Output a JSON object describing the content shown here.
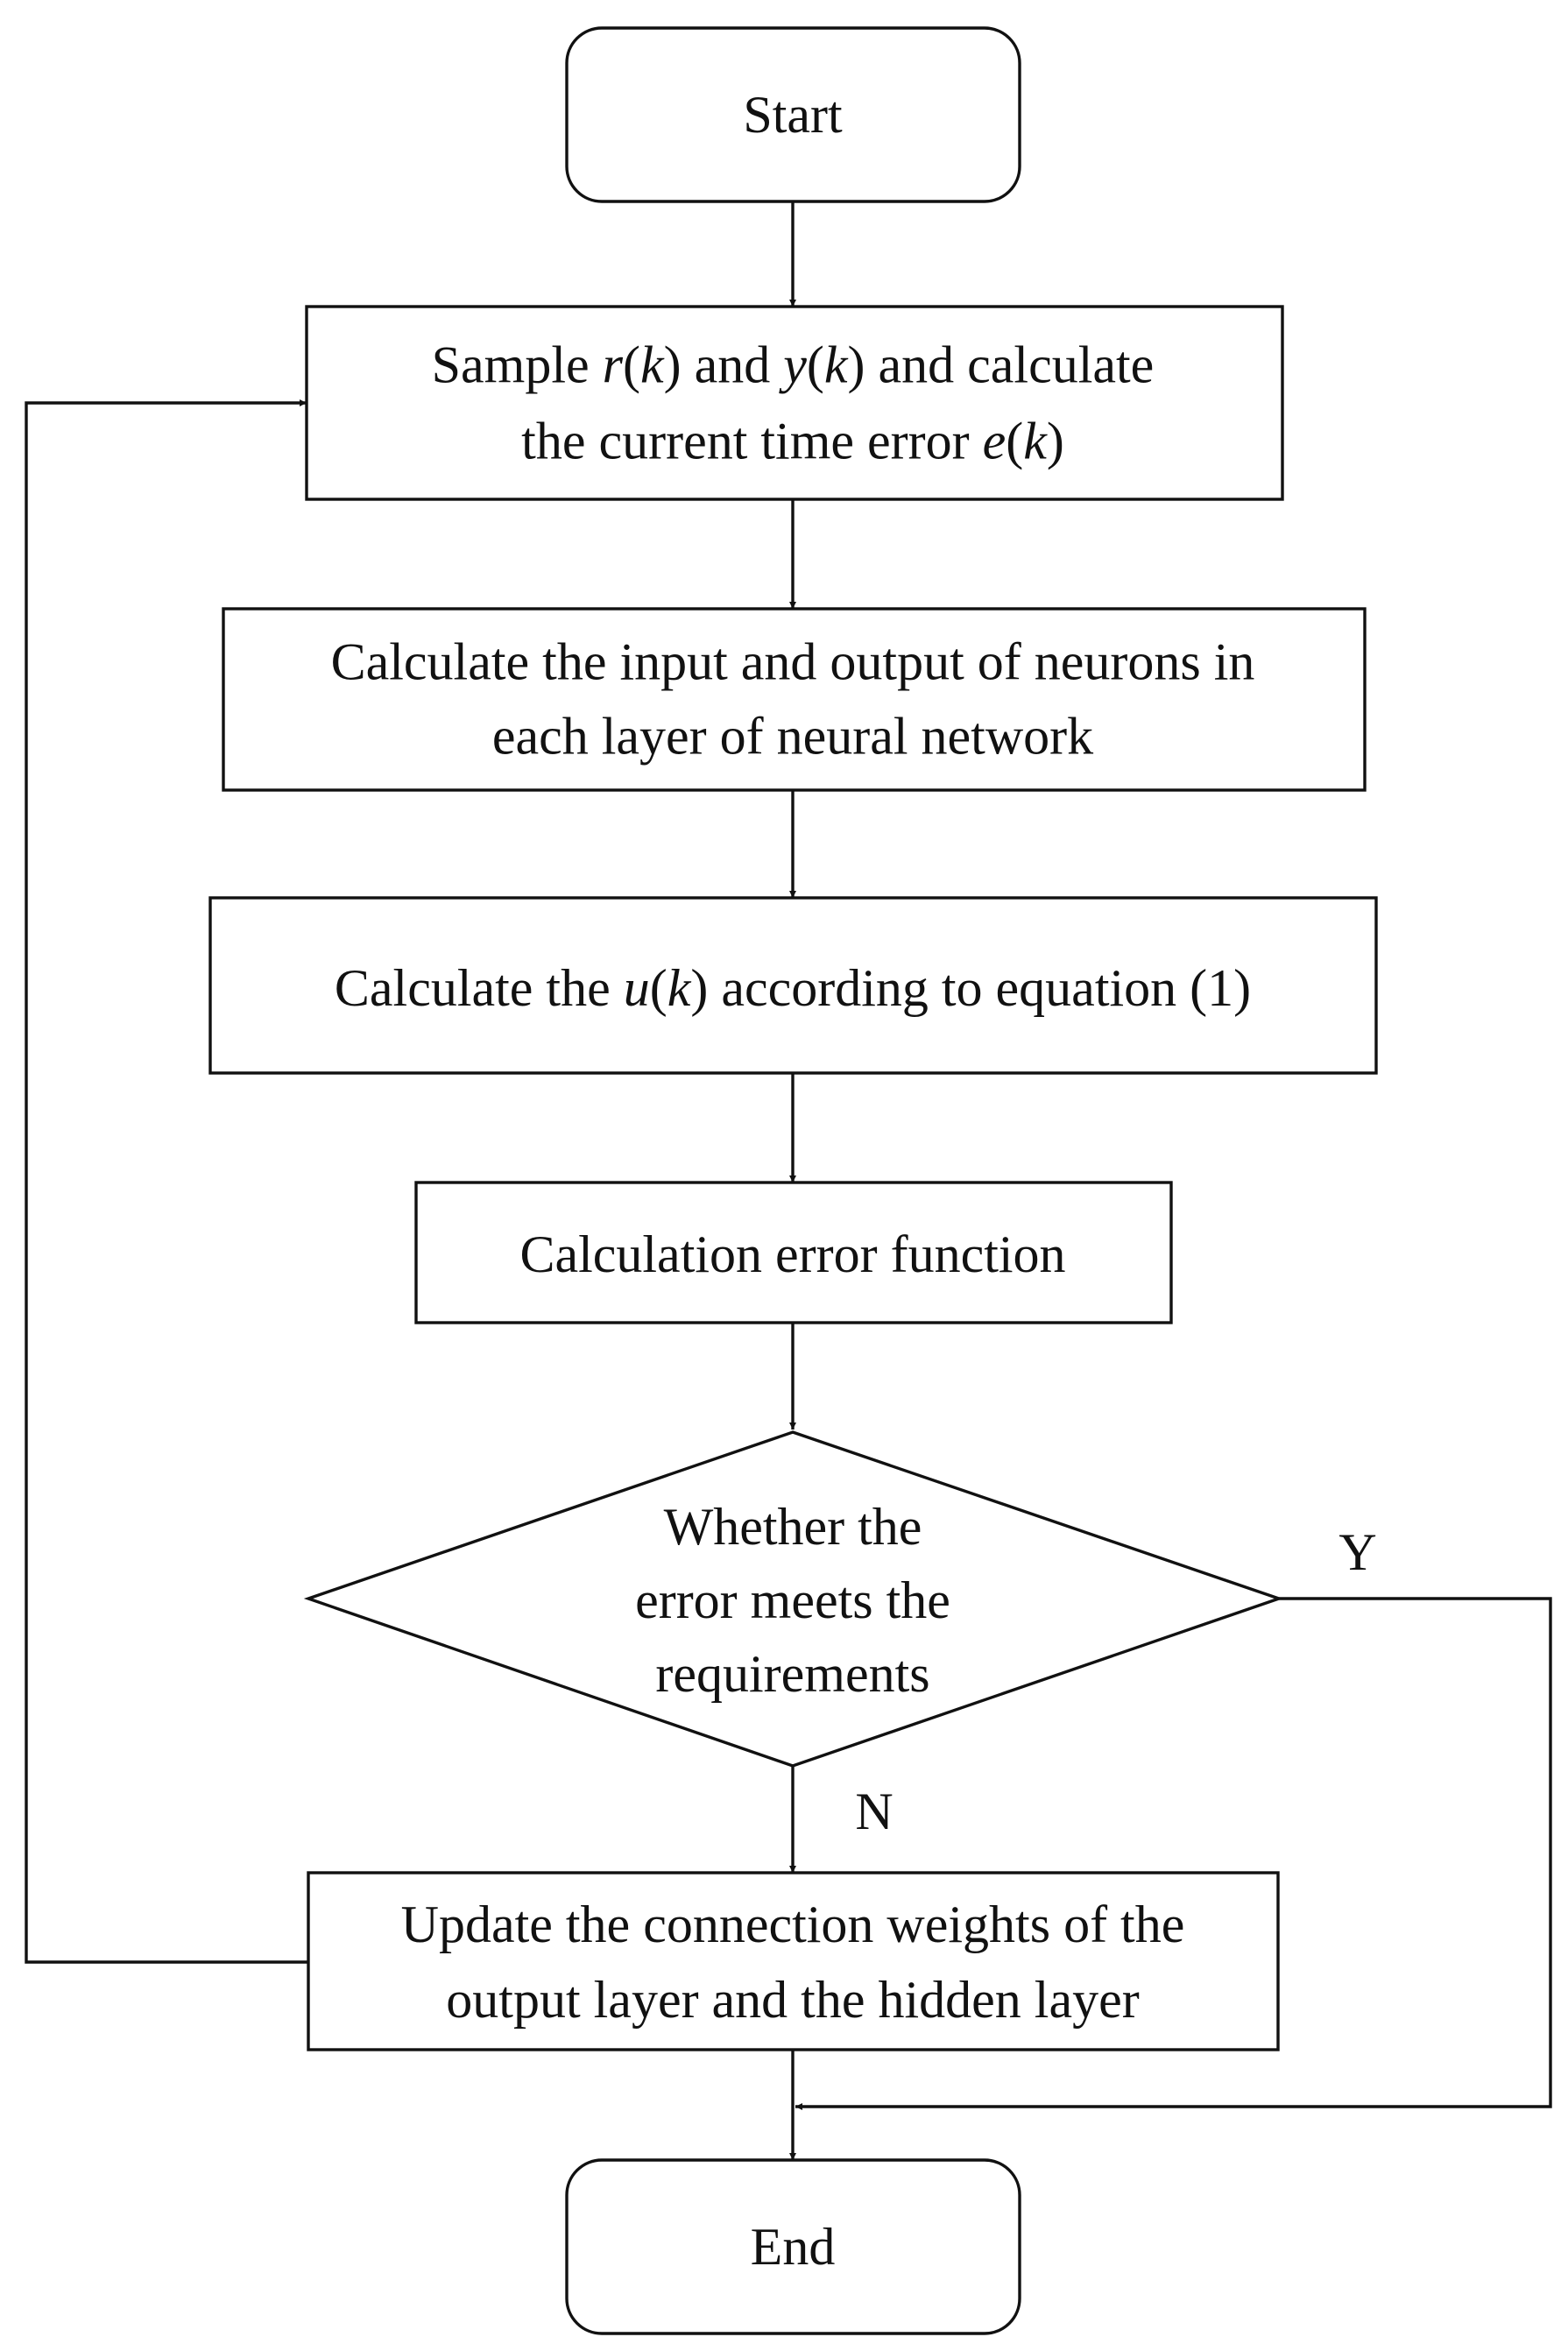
{
  "diagram": {
    "nodes": [
      {
        "id": "start",
        "shape": "terminal",
        "lines": [
          [
            {
              "t": "Start"
            }
          ]
        ]
      },
      {
        "id": "sample",
        "shape": "process",
        "lines": [
          [
            {
              "t": "Sample "
            },
            {
              "t": "r",
              "m": true
            },
            {
              "t": "("
            },
            {
              "t": "k",
              "m": true
            },
            {
              "t": ") and "
            },
            {
              "t": "y",
              "m": true
            },
            {
              "t": "("
            },
            {
              "t": "k",
              "m": true
            },
            {
              "t": ") and calculate"
            }
          ],
          [
            {
              "t": "the current time error "
            },
            {
              "t": "e",
              "m": true
            },
            {
              "t": "("
            },
            {
              "t": "k",
              "m": true
            },
            {
              "t": ")"
            }
          ]
        ]
      },
      {
        "id": "calc-neurons",
        "shape": "process",
        "lines": [
          [
            {
              "t": "Calculate the input and output of neurons in"
            }
          ],
          [
            {
              "t": "each layer of neural network"
            }
          ]
        ]
      },
      {
        "id": "calc-u",
        "shape": "process",
        "lines": [
          [
            {
              "t": "Calculate the "
            },
            {
              "t": "u",
              "m": true
            },
            {
              "t": "("
            },
            {
              "t": "k",
              "m": true
            },
            {
              "t": ") according to equation (1)"
            }
          ]
        ]
      },
      {
        "id": "calc-error",
        "shape": "process",
        "lines": [
          [
            {
              "t": "Calculation error function"
            }
          ]
        ]
      },
      {
        "id": "decision",
        "shape": "decision",
        "lines": [
          [
            {
              "t": "Whether the"
            }
          ],
          [
            {
              "t": "error meets the"
            }
          ],
          [
            {
              "t": "requirements"
            }
          ]
        ]
      },
      {
        "id": "update",
        "shape": "process",
        "lines": [
          [
            {
              "t": "Update the connection weights of the"
            }
          ],
          [
            {
              "t": "output layer and the hidden layer"
            }
          ]
        ]
      },
      {
        "id": "end",
        "shape": "terminal",
        "lines": [
          [
            {
              "t": "End"
            }
          ]
        ]
      }
    ],
    "edges": [
      {
        "from": "start",
        "to": "sample"
      },
      {
        "from": "sample",
        "to": "calc-neurons"
      },
      {
        "from": "calc-neurons",
        "to": "calc-u"
      },
      {
        "from": "calc-u",
        "to": "calc-error"
      },
      {
        "from": "calc-error",
        "to": "decision"
      },
      {
        "from": "decision",
        "to": "update",
        "label": "N"
      },
      {
        "from": "decision",
        "to": "end",
        "label": "Y"
      },
      {
        "from": "update",
        "to": "sample"
      },
      {
        "from": "update",
        "to": "end"
      }
    ]
  }
}
